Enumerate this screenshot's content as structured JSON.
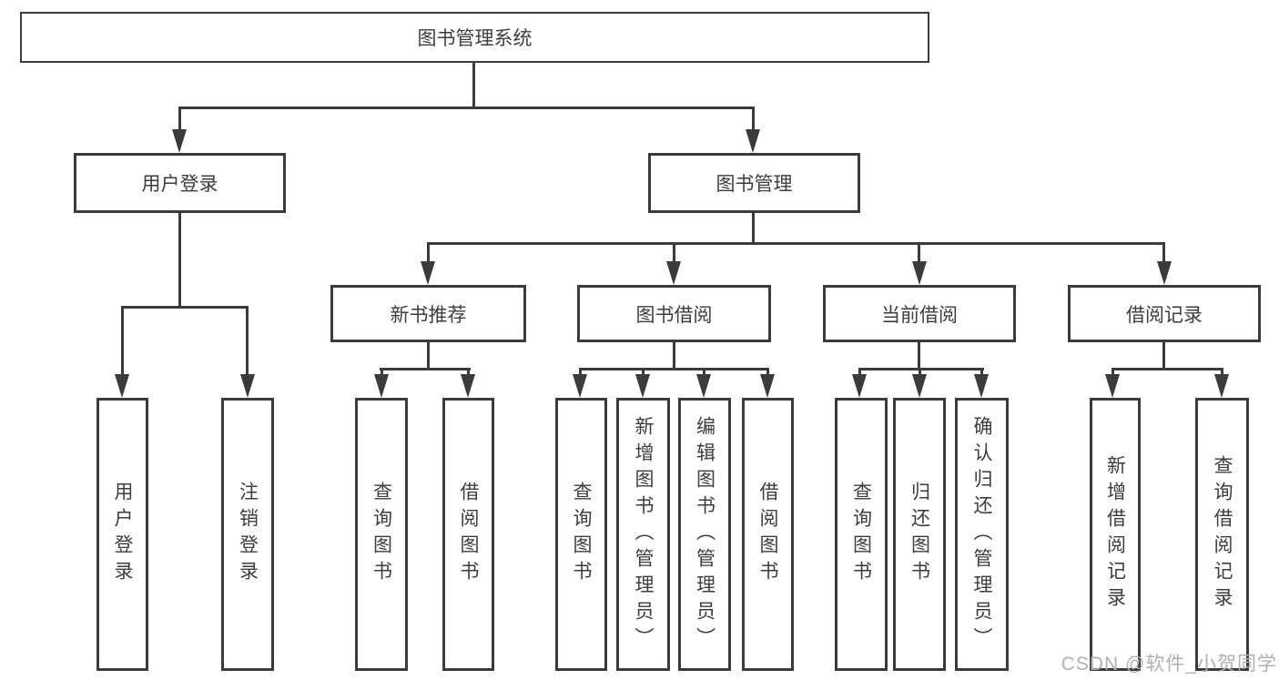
{
  "root": {
    "label": "图书管理系统"
  },
  "user_login": {
    "label": "用户登录",
    "children": [
      {
        "label": "用户登录"
      },
      {
        "label": "注销登录"
      }
    ]
  },
  "book_mgmt": {
    "label": "图书管理"
  },
  "new_book_rec": {
    "label": "新书推荐",
    "children": [
      {
        "label": "查询图书"
      },
      {
        "label": "借阅图书"
      }
    ]
  },
  "book_borrow": {
    "label": "图书借阅",
    "children": [
      {
        "label": "查询图书"
      },
      {
        "label": "新增图书（管理员）"
      },
      {
        "label": "编辑图书（管理员）"
      },
      {
        "label": "借阅图书"
      }
    ]
  },
  "current_borrow": {
    "label": "当前借阅",
    "children": [
      {
        "label": "查询图书"
      },
      {
        "label": "归还图书"
      },
      {
        "label": "确认归还（管理员）"
      }
    ]
  },
  "borrow_record": {
    "label": "借阅记录",
    "children": [
      {
        "label": "新增借阅记录"
      },
      {
        "label": "查询借阅记录"
      }
    ]
  },
  "watermark": {
    "text": "CSDN @软件_小贺同学"
  },
  "colors": {
    "line": "#3b3b3b",
    "text": "#3d3d3d",
    "watermark": "#b0b0b0",
    "background": "#ffffff"
  }
}
